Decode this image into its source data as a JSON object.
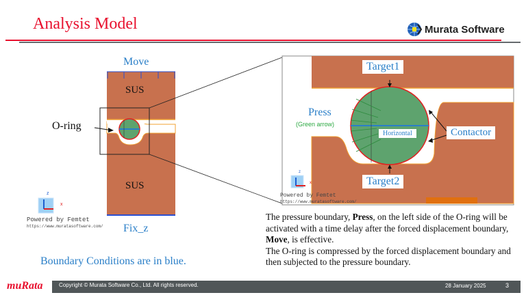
{
  "header": {
    "title": "Analysis Model",
    "brand": "Murata Software"
  },
  "left_model": {
    "move_label": "Move",
    "sus_top_label": "SUS",
    "sus_bottom_label": "SUS",
    "oring_label": "O-ring",
    "fix_label": "Fix_z",
    "boundary_note": "Boundary Conditions are in blue.",
    "axis_z": "z",
    "axis_x": "x",
    "powered": "Powered by Femtet",
    "url": "https://www.muratasoftware.com/"
  },
  "zoom_model": {
    "target1": "Target1",
    "target2": "Target2",
    "press": "Press",
    "press_note": "(Green arrow)",
    "horizontal": "Horizontal",
    "contactor": "Contactor",
    "axis_z": "z",
    "axis_x": "x",
    "powered": "Powered by Femtet",
    "url": "https://www.muratasoftware.com/"
  },
  "description": {
    "p1_a": "The pressure boundary, ",
    "p1_b": "Press",
    "p1_c": ", on the left side of the O-ring will  be activated with a time delay after the forced displacement boundary, ",
    "p1_d": "Move",
    "p1_e": ", is effective.",
    "p2": "The O-ring is compressed by the forced displacement boundary and then subjected to the pressure boundary."
  },
  "footer": {
    "logo": "muRata",
    "copyright": "Copyright © Murata Software Co., Ltd. All rights reserved.",
    "date": "28 January 2025",
    "page": "3"
  },
  "colors": {
    "accent_red": "#e8102e",
    "steel": "#c8714e",
    "oring": "#5ea36e",
    "boundary_blue": "#2a7fc8"
  }
}
